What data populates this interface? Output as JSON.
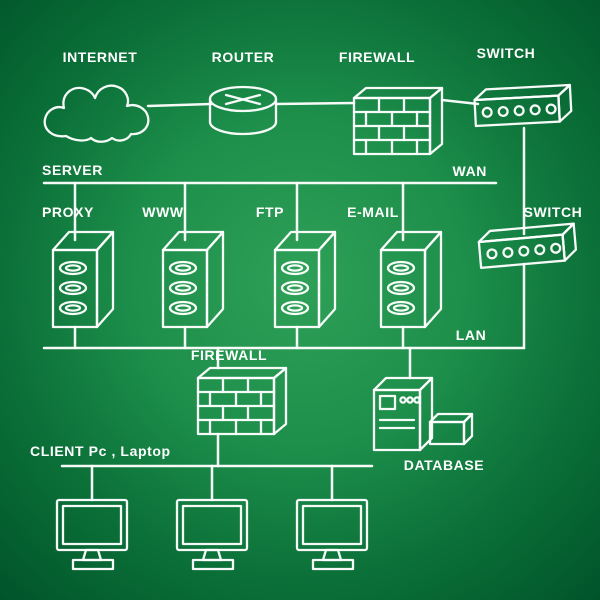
{
  "title": "Computer Network Diagram (chalkboard style)",
  "colors": {
    "background_center": "#2fa057",
    "background_edge": "#00542a",
    "chalk": "#ffffff"
  },
  "labels": {
    "internet": "INTERNET",
    "router": "ROUTER",
    "firewall_top": "FIREWALL",
    "switch_top": "SWITCH",
    "server": "SERVER",
    "wan": "WAN",
    "proxy": "PROXY",
    "www": "WWW",
    "ftp": "FTP",
    "email": "E-MAIL",
    "switch_right": "SWITCH",
    "lan": "LAN",
    "firewall_inner": "FIREWALL",
    "database": "DATABASE",
    "clients": "CLIENT Pc , Laptop"
  },
  "connections": [
    "INTERNET — ROUTER",
    "ROUTER — FIREWALL",
    "FIREWALL — SWITCH",
    "SWITCH (top) — SWITCH (right)",
    "WAN/SERVER bus — PROXY, WWW, FTP, E-MAIL servers",
    "LAN bus — servers, SWITCH (right), inner FIREWALL, DATABASE",
    "Inner FIREWALL — client bus — 3 client PCs"
  ]
}
